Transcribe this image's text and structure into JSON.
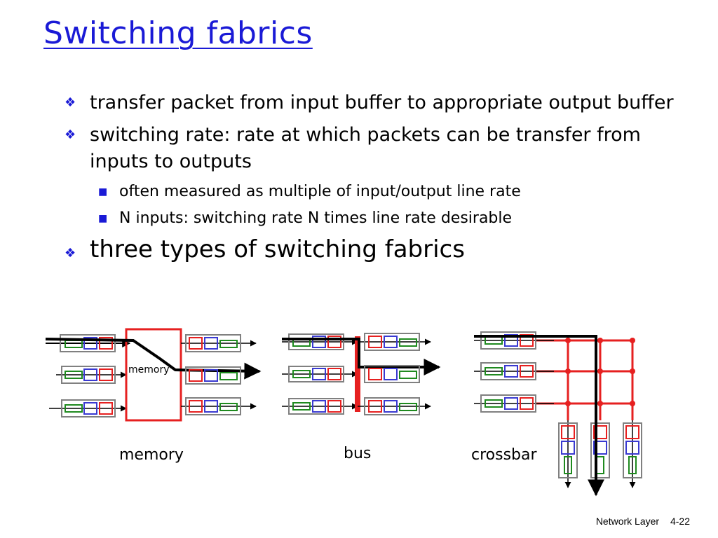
{
  "slide": {
    "title": "Switching fabrics",
    "bullets": [
      {
        "text": "transfer packet from input buffer to appropriate output buffer",
        "level": 1
      },
      {
        "text": "switching rate: rate at which packets can be transfer from inputs to outputs",
        "level": 1
      },
      {
        "text": "often measured as multiple of input/output line rate",
        "level": 2
      },
      {
        "text": "N inputs: switching rate N times line rate desirable",
        "level": 2
      },
      {
        "text": "three types of switching fabrics",
        "level": 1
      }
    ],
    "bullet_icons": {
      "level1": "diamond-bullet-icon",
      "level2": "square-bullet-icon"
    }
  },
  "diagram": {
    "labels": {
      "memory": "memory",
      "bus": "bus",
      "crossbar": "crossbar",
      "memory_box": "memory"
    },
    "colors": {
      "red": "#e62020",
      "blue": "#3a3ad0",
      "green": "#1f8a1f",
      "gray": "#808080",
      "black": "#000000"
    }
  },
  "footer": {
    "section": "Network Layer",
    "page": "4-22"
  }
}
